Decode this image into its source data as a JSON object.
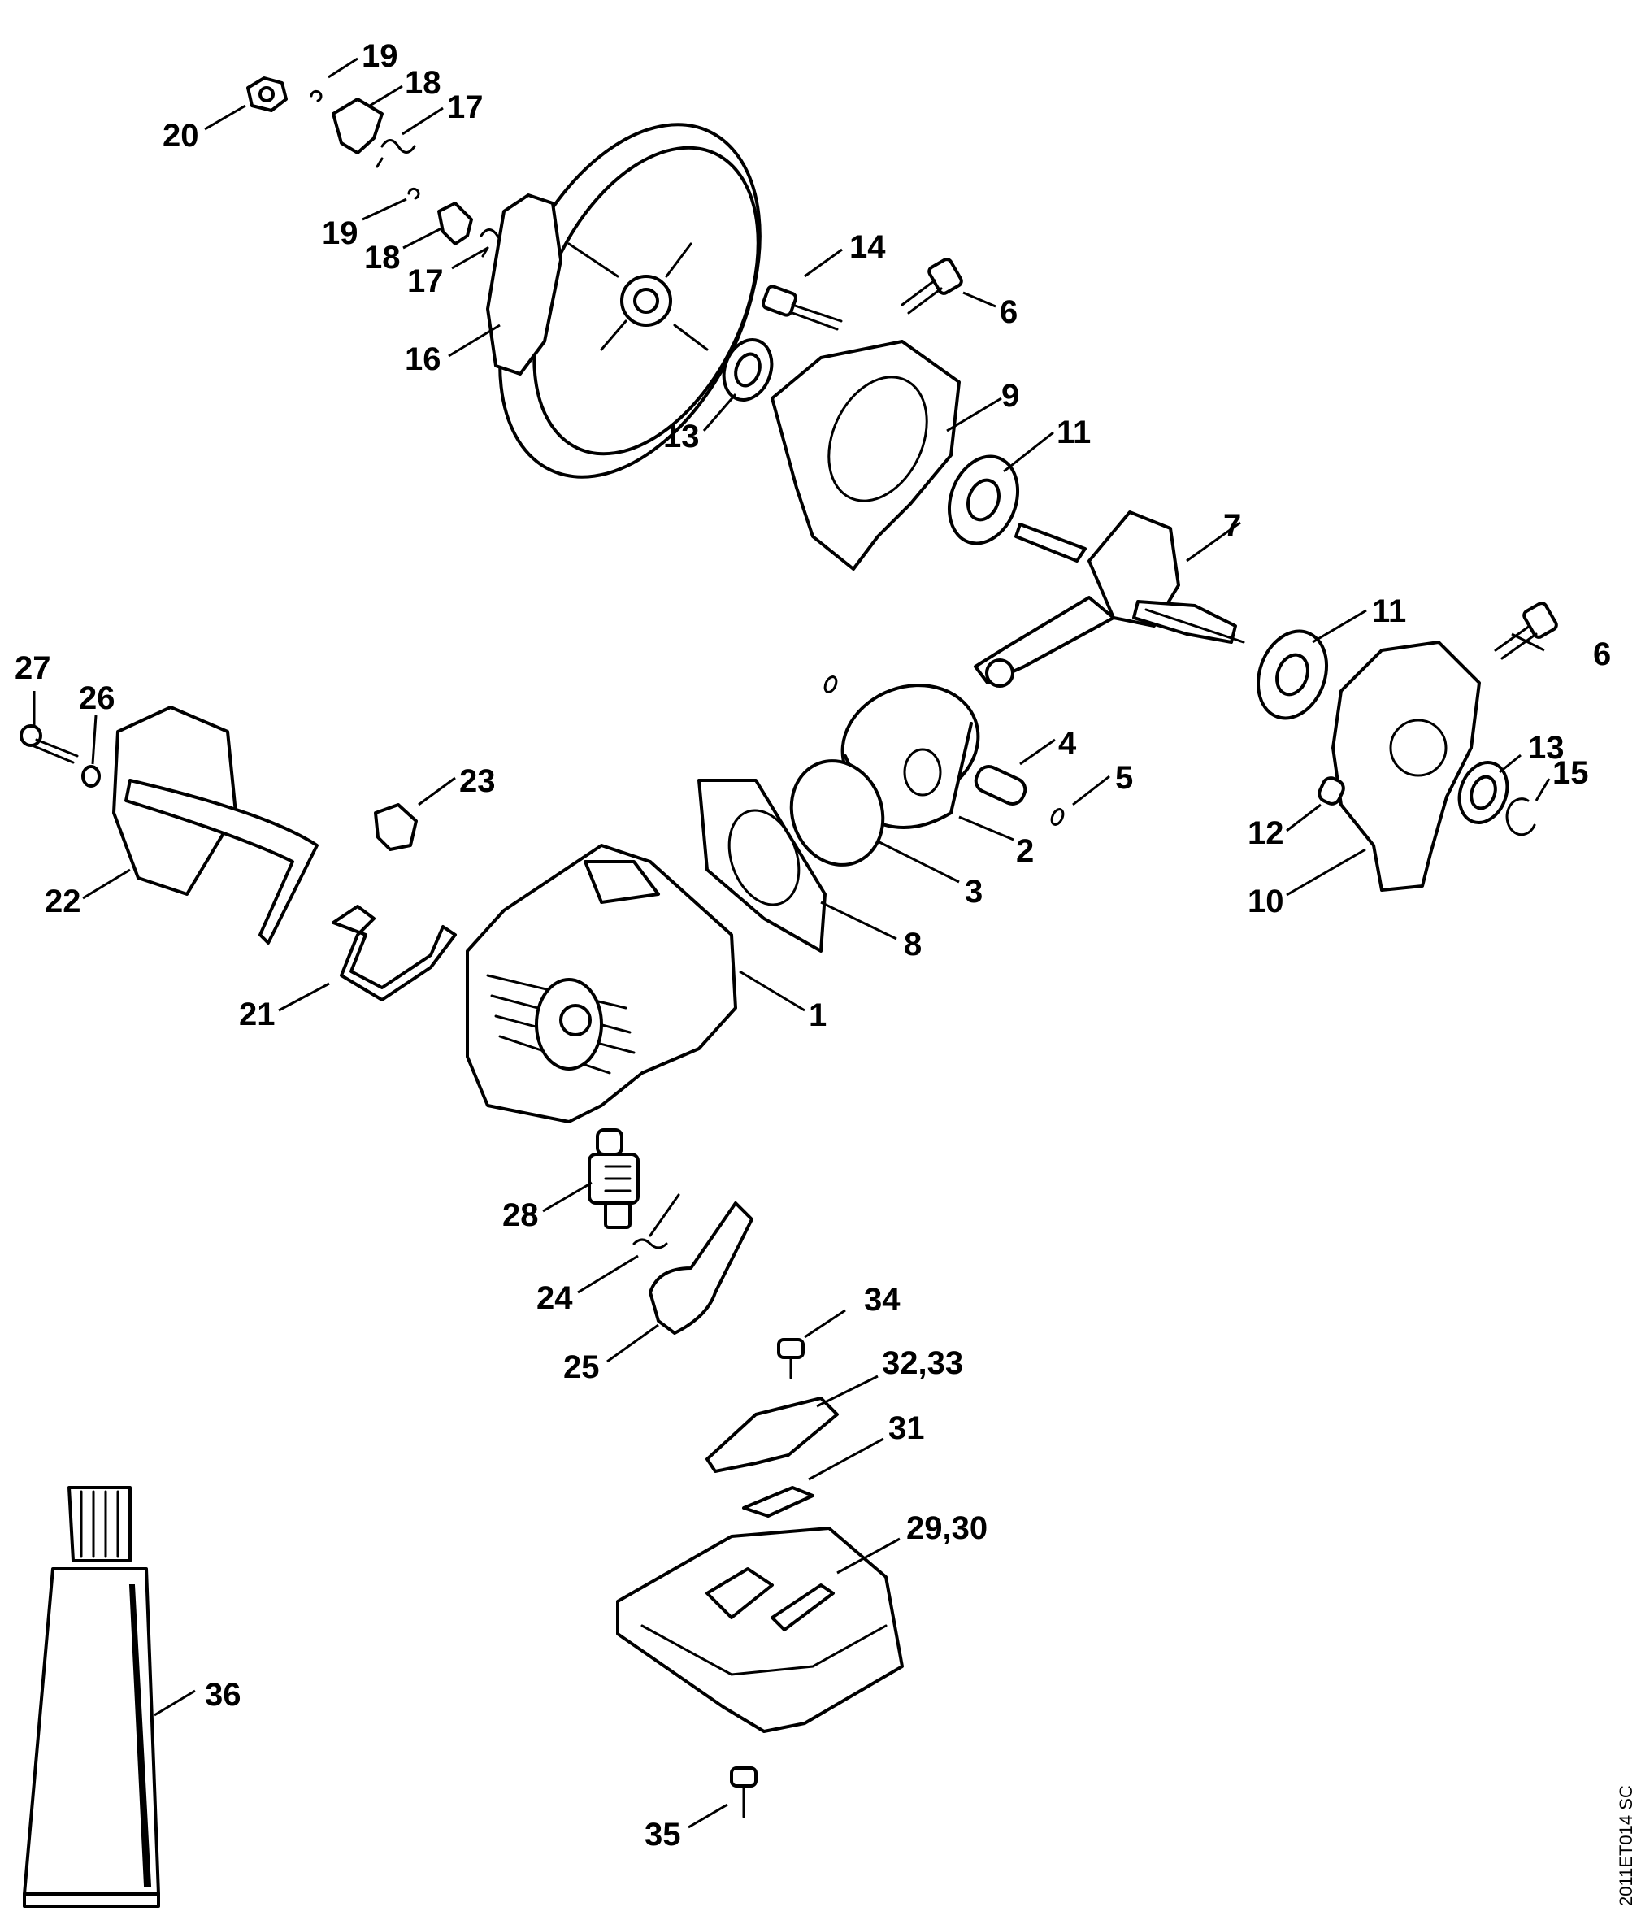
{
  "figure_code": "2011ET014 SC",
  "callouts": [
    "1",
    "2",
    "3",
    "4",
    "5",
    "6",
    "6",
    "7",
    "8",
    "9",
    "10",
    "11",
    "11",
    "12",
    "13",
    "13",
    "14",
    "15",
    "16",
    "17",
    "17",
    "18",
    "18",
    "19",
    "19",
    "20",
    "21",
    "22",
    "23",
    "24",
    "25",
    "26",
    "27",
    "28",
    "29,30",
    "31",
    "32,33",
    "34",
    "35",
    "36"
  ]
}
